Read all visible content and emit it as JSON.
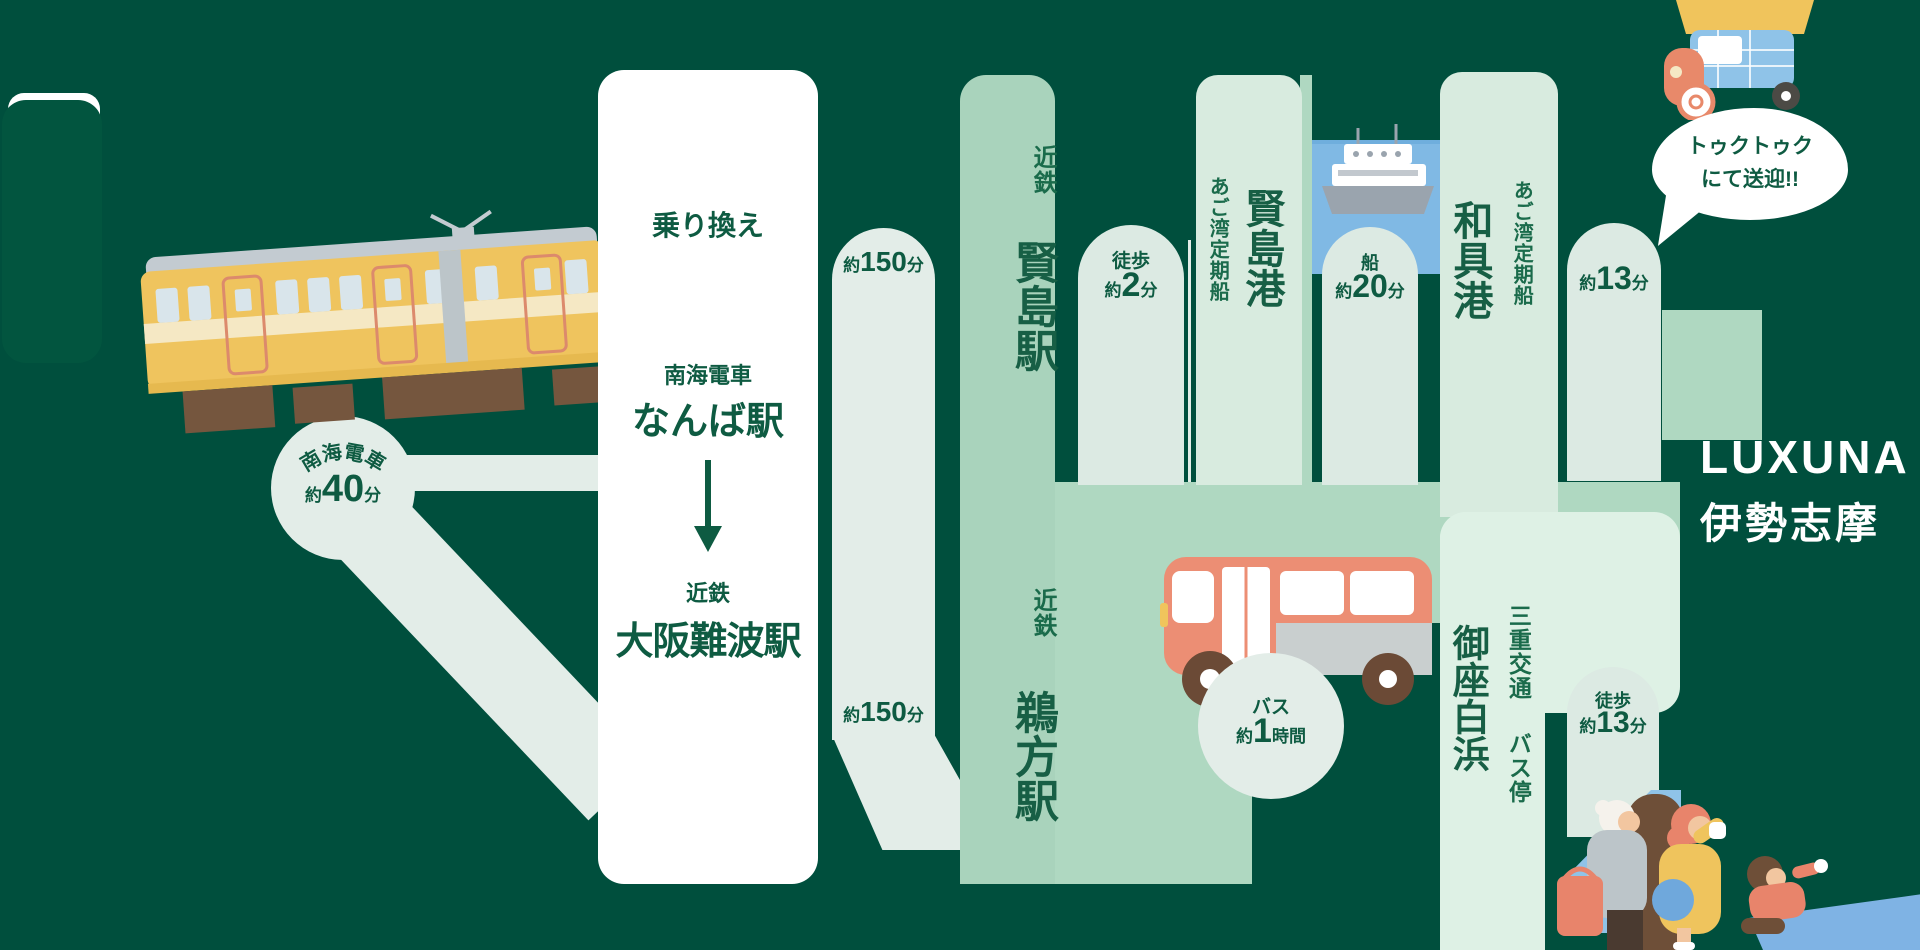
{
  "colors": {
    "background": "#004F3D",
    "ink_green": "#0E5B42",
    "panel_white": "#FFFFFF",
    "band_light": "#E3EDE8",
    "pill_light": "#DCEAE3",
    "column_green": "#A9D3BC",
    "band_green": "#AFD8C1",
    "sea_blue": "#80B9E4",
    "bus_orange": "#EC8E74",
    "train_yellow": "#EFC45E",
    "destination_text": "#FFFFFF"
  },
  "start_leg": {
    "line": "南海電車",
    "time_prefix": "約",
    "time_value": "40",
    "time_suffix": "分"
  },
  "transfer": {
    "heading": "乗り換え",
    "from_line": "南海電車",
    "from_station": "なんば駅",
    "to_line": "近鉄",
    "to_station": "大阪難波駅"
  },
  "kintetsu_leg_top": {
    "time_prefix": "約",
    "time_value": "150",
    "time_suffix": "分"
  },
  "kintetsu_leg_bottom": {
    "time_prefix": "約",
    "time_value": "150",
    "time_suffix": "分"
  },
  "stations": {
    "kashikojima": {
      "line": "近鉄",
      "name": "賢島駅"
    },
    "ugata": {
      "line": "近鉄",
      "name": "鵜方駅"
    },
    "kashikojima_port": {
      "line": "あご湾定期船",
      "name": "賢島港"
    },
    "wagu_port": {
      "line": "あご湾定期船",
      "name": "和具港"
    },
    "goza_shirahama": {
      "company": "三重交通",
      "type": "バス停",
      "name": "御座白浜"
    }
  },
  "walk_to_port": {
    "mode": "徒歩",
    "time_prefix": "約",
    "time_value": "2",
    "time_suffix": "分"
  },
  "boat_leg": {
    "mode": "船",
    "time_prefix": "約",
    "time_value": "20",
    "time_suffix": "分"
  },
  "tuktuk_leg": {
    "time_prefix": "約",
    "time_value": "13",
    "time_suffix": "分"
  },
  "bus_ride": {
    "mode": "バス",
    "time_prefix": "約",
    "time_value": "1",
    "time_suffix": "時間"
  },
  "walk_from_stop": {
    "mode": "徒歩",
    "time_prefix": "約",
    "time_value": "13",
    "time_suffix": "分"
  },
  "tuktuk_bubble": {
    "line1": "トゥクトゥク",
    "line2": "にて送迎!!"
  },
  "destination": {
    "brand": "LUXUNA",
    "area": "伊勢志摩"
  }
}
